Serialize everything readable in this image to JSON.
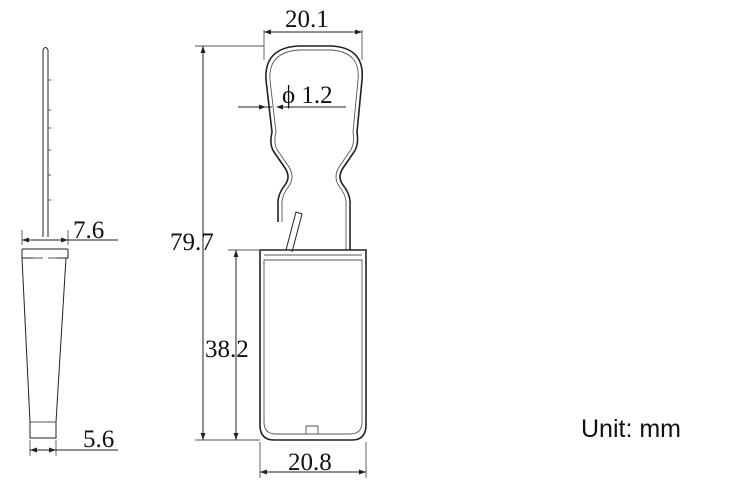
{
  "dimensions": {
    "shackle_width": "20.1",
    "wire_diameter": "ϕ 1.2",
    "side_thickness_top": "7.6",
    "overall_height": "79.7",
    "body_height": "38.2",
    "side_thickness_bottom": "5.6",
    "body_width": "20.8"
  },
  "unit_label": "Unit: mm"
}
